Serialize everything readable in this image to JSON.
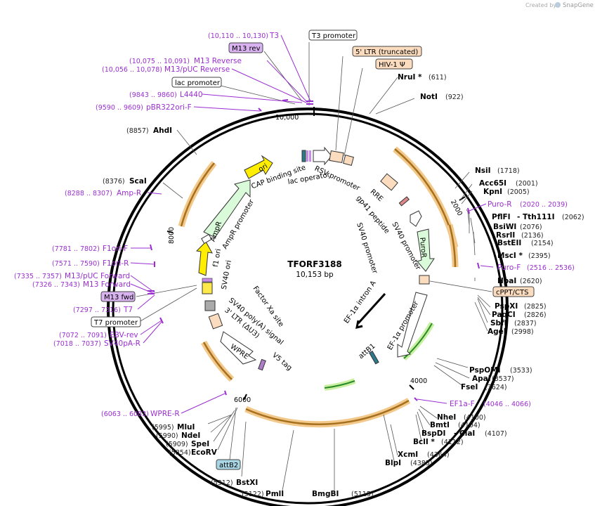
{
  "credit": "Created by",
  "brand": "SnapGene",
  "plasmid": {
    "name": "TFORF3188",
    "length": "10,153 bp"
  },
  "ticks": [
    "10,000",
    "2000",
    "4000",
    "6000",
    "8000"
  ],
  "boxed_labels": {
    "t3_promoter": "T3 promoter",
    "ltr5": "5' LTR (truncated)",
    "hiv": "HIV-1 Ψ",
    "lac_promoter": "lac promoter",
    "m13_rev": "M13 rev",
    "cppt": "cPPT/CTS",
    "m13_fwd": "M13 fwd",
    "t7_promoter": "T7 promoter",
    "attb2": "attB2"
  },
  "enzymes": {
    "nrui": {
      "name": "NruI *",
      "pos": "(611)"
    },
    "noti": {
      "name": "NotI",
      "pos": "(922)"
    },
    "nsii": {
      "name": "NsiI",
      "pos": "(1718)"
    },
    "acc65i": {
      "name": "Acc65I",
      "pos": "(2001)"
    },
    "kpni": {
      "name": "KpnI",
      "pos": "(2005)"
    },
    "pflfi": {
      "name": "PflFI",
      "pos": ""
    },
    "tth111i": {
      "name": "- Tth111I",
      "pos": "(2062)"
    },
    "bsiwi": {
      "name": "BsiWI",
      "pos": "(2076)"
    },
    "rsrii": {
      "name": "RsrII",
      "pos": "(2136)"
    },
    "bsteii": {
      "name": "BstEII",
      "pos": "(2154)"
    },
    "msci": {
      "name": "MscI *",
      "pos": "(2395)"
    },
    "hpai": {
      "name": "HpaI",
      "pos": "(2620)"
    },
    "pspxi": {
      "name": "PspXI",
      "pos": "(2825)"
    },
    "paqci": {
      "name": "PaqCI",
      "pos": "(2826)"
    },
    "sbfi": {
      "name": "SbfI",
      "pos": "(2837)"
    },
    "agei": {
      "name": "AgeI",
      "pos": "(2998)"
    },
    "pspomi": {
      "name": "PspOMI",
      "pos": "(3533)"
    },
    "apai": {
      "name": "ApaI",
      "pos": "(3537)"
    },
    "fsei": {
      "name": "FseI",
      "pos": "(3624)"
    },
    "nhei": {
      "name": "NheI",
      "pos": "(4100)"
    },
    "bmti": {
      "name": "BmtI",
      "pos": "(4104)"
    },
    "bspdi": {
      "name": "BspDI",
      "pos": ""
    },
    "clai": {
      "name": "- ClaI",
      "pos": "(4107)"
    },
    "bcli": {
      "name": "BclI *",
      "pos": "(4112)"
    },
    "xcmi": {
      "name": "XcmI",
      "pos": "(4364)"
    },
    "blpi": {
      "name": "BlpI",
      "pos": "(4385)"
    },
    "bmgbi": {
      "name": "BmgBI",
      "pos": "(5115)"
    },
    "pmli": {
      "name": "PmlI",
      "pos": "(5122)"
    },
    "bstxi": {
      "name": "BstXI",
      "pos": "(5312)"
    },
    "ecorv": {
      "name": "EcoRV",
      "pos": "(5854)"
    },
    "spei": {
      "name": "SpeI",
      "pos": "(5909)"
    },
    "ndei": {
      "name": "NdeI",
      "pos": "(5990)"
    },
    "mlui": {
      "name": "MluI",
      "pos": "(5995)"
    },
    "scai": {
      "name": "ScaI",
      "pos": "(8376)"
    },
    "ahdi": {
      "name": "AhdI",
      "pos": "(8857)"
    }
  },
  "primers": {
    "t3": {
      "name": "T3",
      "pos": "(10,110 .. 10,130)"
    },
    "m13rev": {
      "name": "M13 Reverse",
      "pos": "(10,075 .. 10,091)"
    },
    "m13puc_rev": {
      "name": "M13/pUC Reverse",
      "pos": "(10,056 .. 10,078)"
    },
    "l4440": {
      "name": "L4440",
      "pos": "(9843 .. 9860)"
    },
    "pbr322": {
      "name": "pBR322ori-F",
      "pos": "(9590 .. 9609)"
    },
    "ampr": {
      "name": "Amp-R",
      "pos": "(8288 .. 8307)"
    },
    "f1orif": {
      "name": "F1ori-F",
      "pos": "(7781 .. 7802)"
    },
    "f1orir": {
      "name": "F1ori-R",
      "pos": "(7571 .. 7590)"
    },
    "m13puc_fwd": {
      "name": "M13/pUC Forward",
      "pos": "(7335 .. 7357)"
    },
    "m13fwd": {
      "name": "M13 Forward",
      "pos": "(7326 .. 7343)"
    },
    "t7": {
      "name": "T7",
      "pos": "(7297 .. 7316)"
    },
    "ebvrev": {
      "name": "EBV-rev",
      "pos": "(7072 .. 7091)"
    },
    "sv40pa": {
      "name": "SV40pA-R",
      "pos": "(7018 .. 7037)"
    },
    "wprer": {
      "name": "WPRE-R",
      "pos": "(6063 .. 6083)"
    },
    "purof": {
      "name": "Puro-F",
      "pos": "(2516 .. 2536)"
    },
    "puror": {
      "name": "Puro-R",
      "pos": "(2020 .. 2039)"
    },
    "ef1af": {
      "name": "EF1a-F",
      "pos": "(4046 .. 4066)"
    }
  },
  "features": {
    "ori": "ori",
    "cap": "CAP binding site",
    "lac_operator": "lac operator",
    "rsv": "RSV promoter",
    "rre": "RRE",
    "gp41": "gp41 peptide",
    "sv40_promoter_a": "SV40 promoter",
    "sv40_promoter_b": "SV40 promoter",
    "puror": "PuroR",
    "ampr": "AmpR",
    "ampr_promoter": "AmpR promoter",
    "f1ori": "f1 ori",
    "sv40ori": "SV40 ori",
    "factor_xa": "Factor Xa site",
    "ef1a_intron": "EF-1α intron A",
    "ef1a_promoter": "EF-1α promoter",
    "attb1": "attB1",
    "sv40polya": "SV40 poly(A) signal",
    "ltr3": "3' LTR (ΔU3)",
    "wpre": "WPRE",
    "v5": "V5 tag"
  },
  "colors": {
    "primer": "#9a2fd0",
    "orf_arc": "#e8a94a",
    "ori": "#ffee00",
    "ampr": "#d9fbd9",
    "ltr": "#fbdcbf",
    "m13": "#d8b3f0",
    "attb": "#a9d6e5"
  }
}
